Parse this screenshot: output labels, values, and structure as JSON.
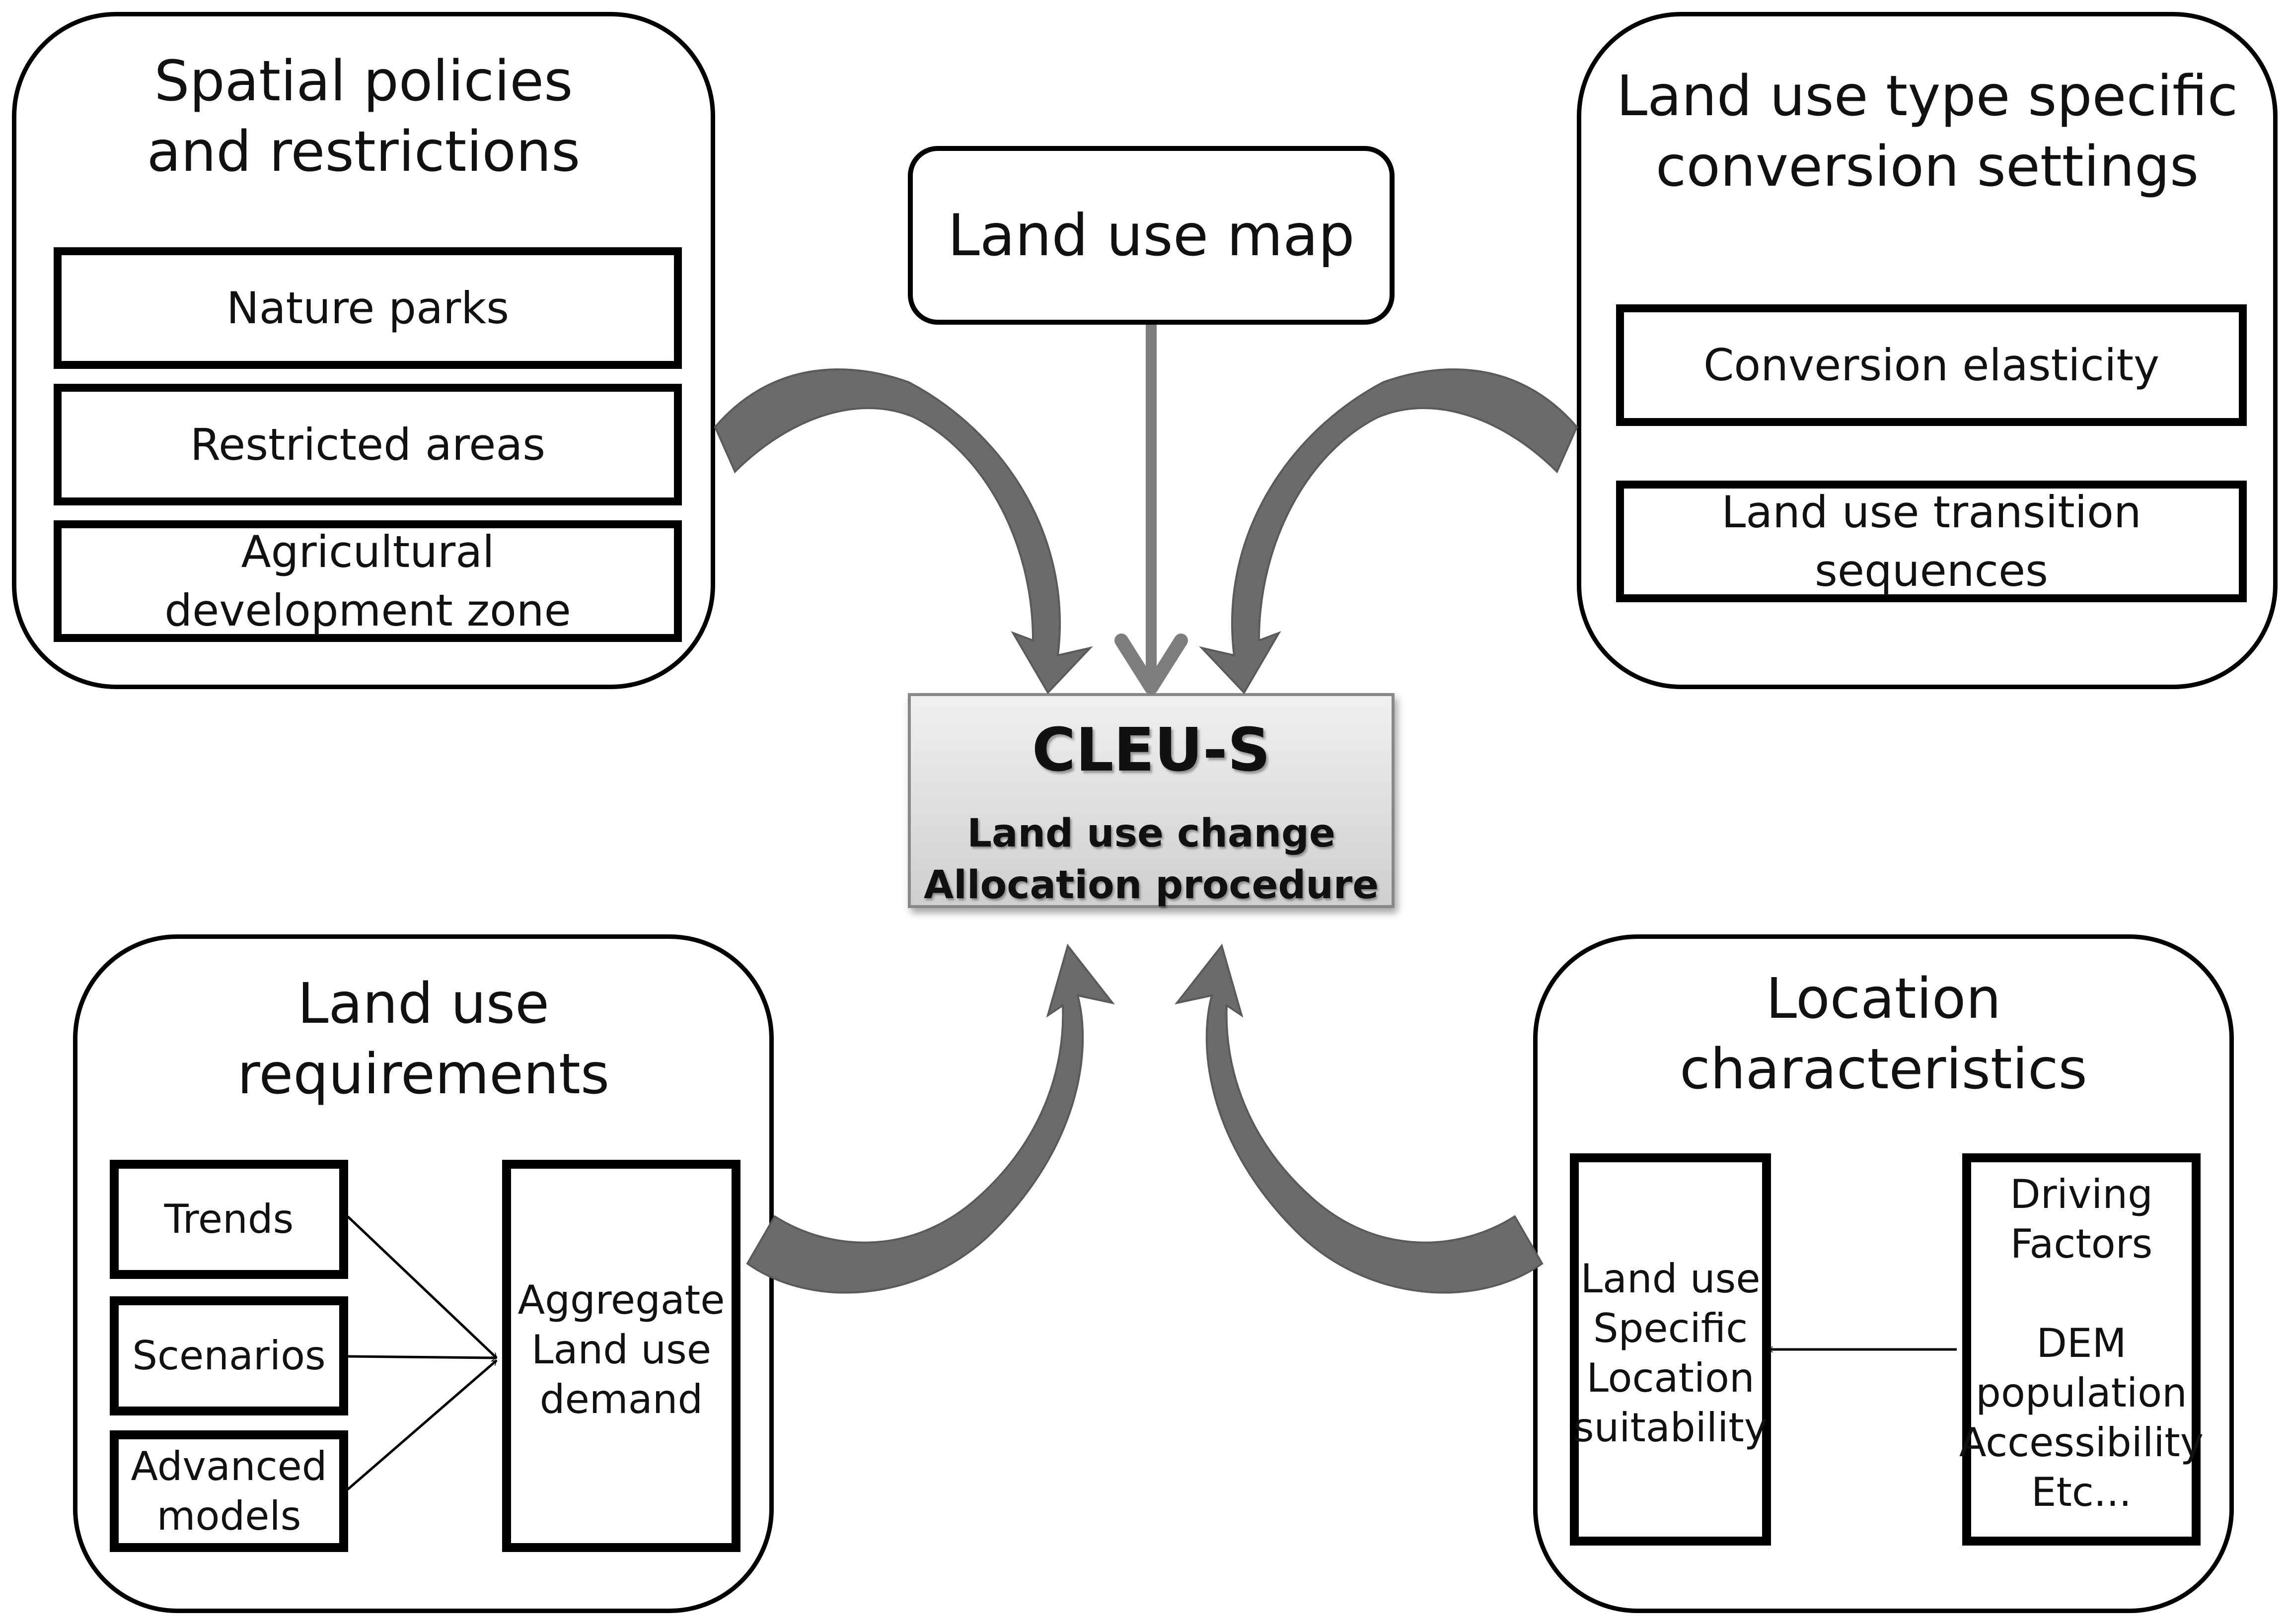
{
  "diagram": {
    "center": {
      "title": "CLEU-S",
      "subtitle": "Land use change\nAllocation procedure"
    },
    "land_use_map": {
      "label": "Land use map"
    },
    "spatial_policies": {
      "title": "Spatial policies\nand restrictions",
      "items": [
        "Nature parks",
        "Restricted areas",
        "Agricultural\ndevelopment zone"
      ]
    },
    "conversion_settings": {
      "title": "Land use type specific\nconversion settings",
      "items": [
        "Conversion elasticity",
        "Land use transition\nsequences"
      ]
    },
    "land_use_requirements": {
      "title": "Land use\nrequirements",
      "inputs": [
        "Trends",
        "Scenarios",
        "Advanced\nmodels"
      ],
      "output": "Aggregate\nLand use\ndemand"
    },
    "location_characteristics": {
      "title": "Location\ncharacteristics",
      "suitability": "Land use\nSpecific\nLocation\nsuitability",
      "driving_factors": "Driving\nFactors\n\nDEM\npopulation\nAccessibility\nEtc..."
    },
    "colors": {
      "arrow_fill": "#6b6b6b",
      "arrow_light": "#7d7d7d",
      "border": "#000000",
      "center_box_top": "#f0f0f0",
      "center_box_bottom": "#cfcfcf"
    }
  }
}
